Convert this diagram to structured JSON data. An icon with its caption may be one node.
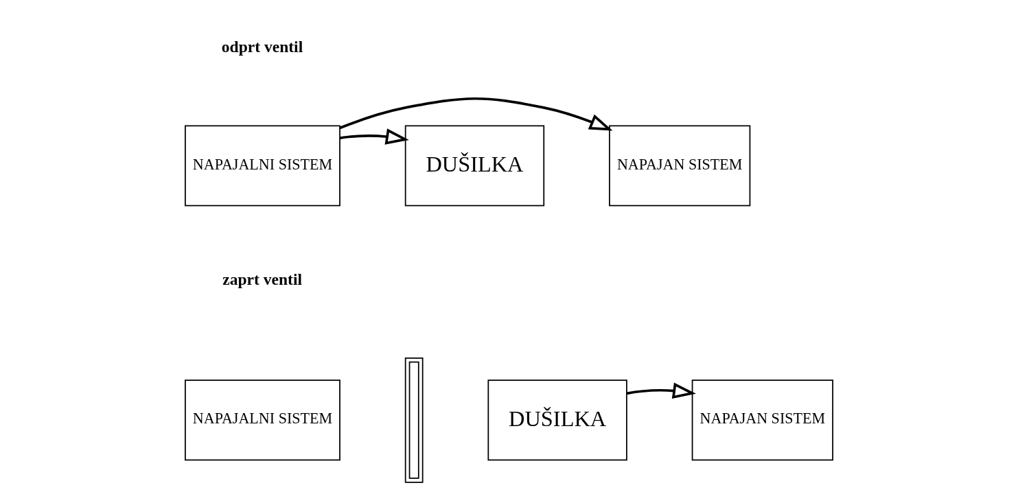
{
  "diagram": {
    "nodes": [
      {
        "text": [
          "NAPAJALNI SISTEM"
        ]
      },
      {
        "text": [
          "DUŠILKA"
        ]
      },
      {
        "text": [
          "NAPAJAN SISTEM"
        ]
      },
      {
        "text": [
          "NAPAJALNI SISTEM"
        ]
      },
      {
        "text": [],
        "shape": "bar"
      },
      {
        "text": [
          "DUŠILKA"
        ]
      },
      {
        "text": [
          "NAPAJAN SISTEM"
        ]
      }
    ],
    "edges": [
      {
        "from": 0,
        "to": 1,
        "arrow": "to"
      },
      {
        "from": 0,
        "to": 2,
        "arrow": "to"
      },
      {
        "from": 5,
        "to": 6,
        "arrow": "to"
      }
    ],
    "labels": [
      "odprt ventil",
      "zaprt ventil"
    ]
  }
}
